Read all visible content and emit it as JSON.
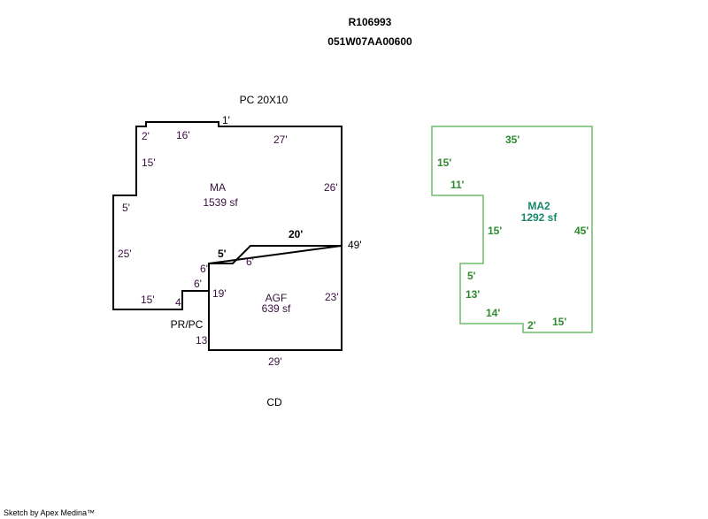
{
  "header": {
    "id": "R106993",
    "map_number": "051W07AA00600"
  },
  "notes": {
    "top": "PC 20X10",
    "porch": "PR/PC",
    "bottom": "CD"
  },
  "areas": {
    "ma": {
      "name": "MA",
      "size": "1539 sf",
      "dims": {
        "d2": "2'",
        "d16": "16'",
        "d1": "1'",
        "d27": "27'",
        "d15a": "15'",
        "d26": "26'",
        "d5a": "5'",
        "d25": "25'",
        "d49": "49'",
        "d5b": "5'",
        "d6a": "6'",
        "d6b": "6'",
        "d6c": "6'",
        "d15b": "15'",
        "d4": "4",
        "d20": "20'"
      }
    },
    "agf": {
      "name": "AGF",
      "size": "639 sf",
      "dims": {
        "d19": "19'",
        "d23": "23'",
        "d13": "13'",
        "d29": "29'"
      }
    },
    "ma2": {
      "name": "MA2",
      "size": "1292 sf",
      "color": "#6dbb6d",
      "dims": {
        "d35": "35'",
        "d15a": "15'",
        "d11": "11'",
        "d15b": "15'",
        "d45": "45'",
        "d5": "5'",
        "d13": "13'",
        "d14": "14'",
        "d2": "2'",
        "d15c": "15'"
      }
    }
  },
  "footer": "Sketch by Apex Medina™"
}
